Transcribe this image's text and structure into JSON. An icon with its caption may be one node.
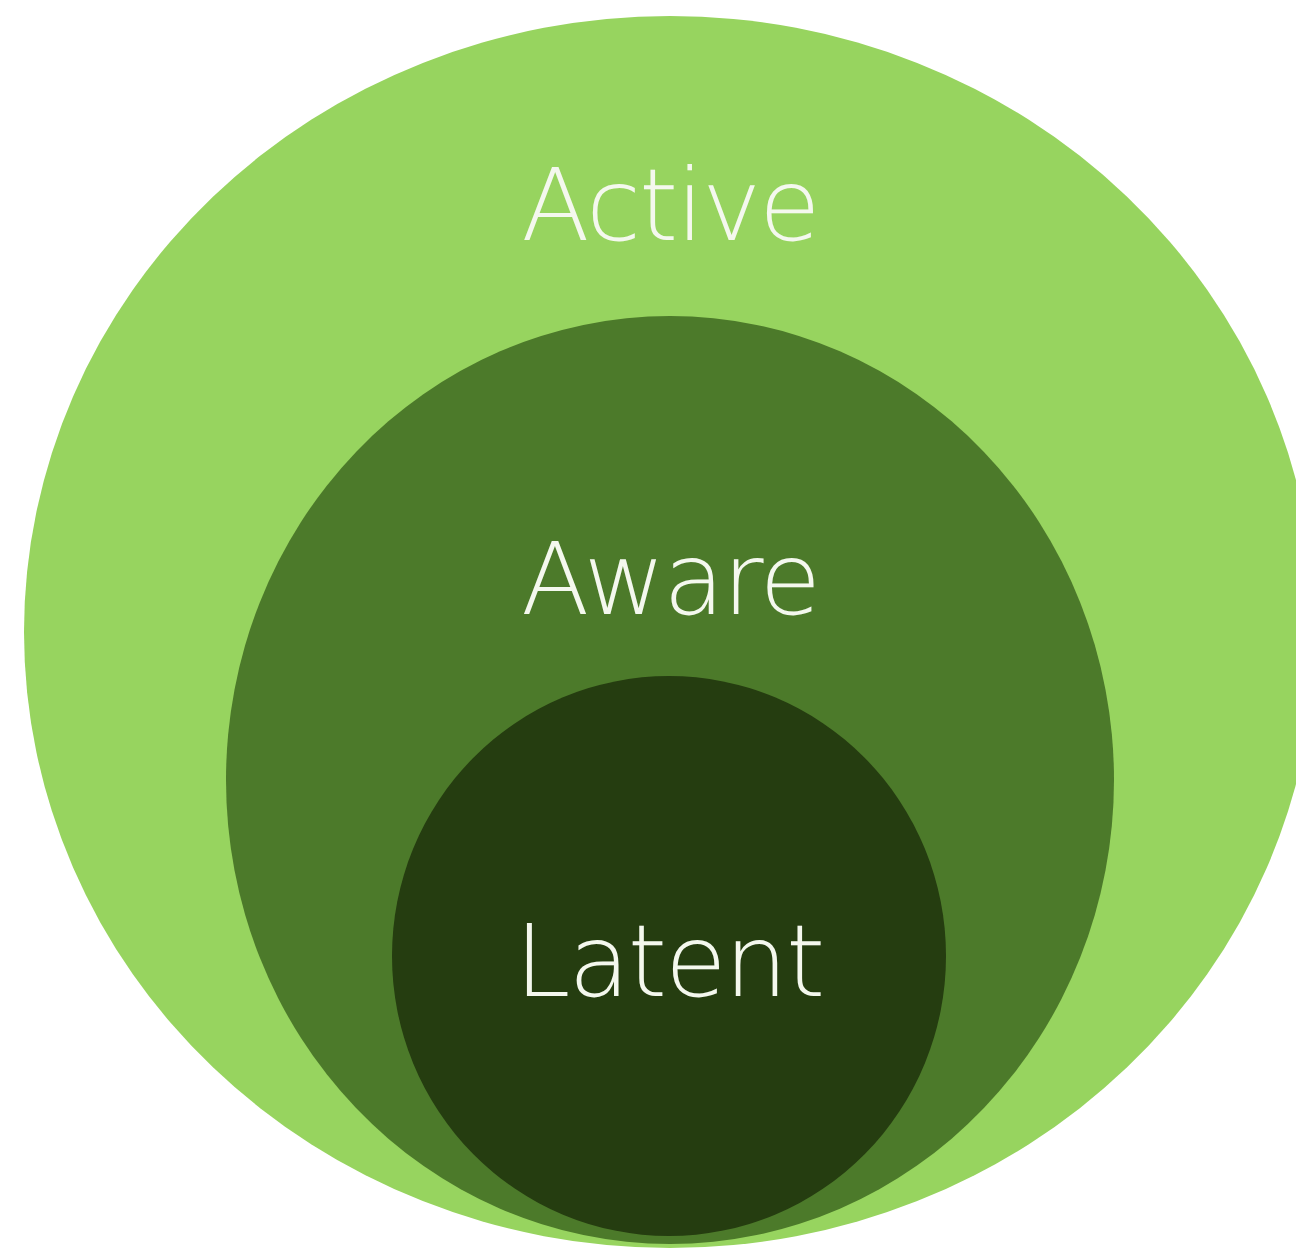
{
  "diagram": {
    "nodes": [
      {
        "text": [
          "Active"
        ]
      },
      {
        "text": [
          "Aware"
        ],
        "in": 0
      },
      {
        "text": [
          "Latent"
        ],
        "in": 1
      }
    ]
  }
}
